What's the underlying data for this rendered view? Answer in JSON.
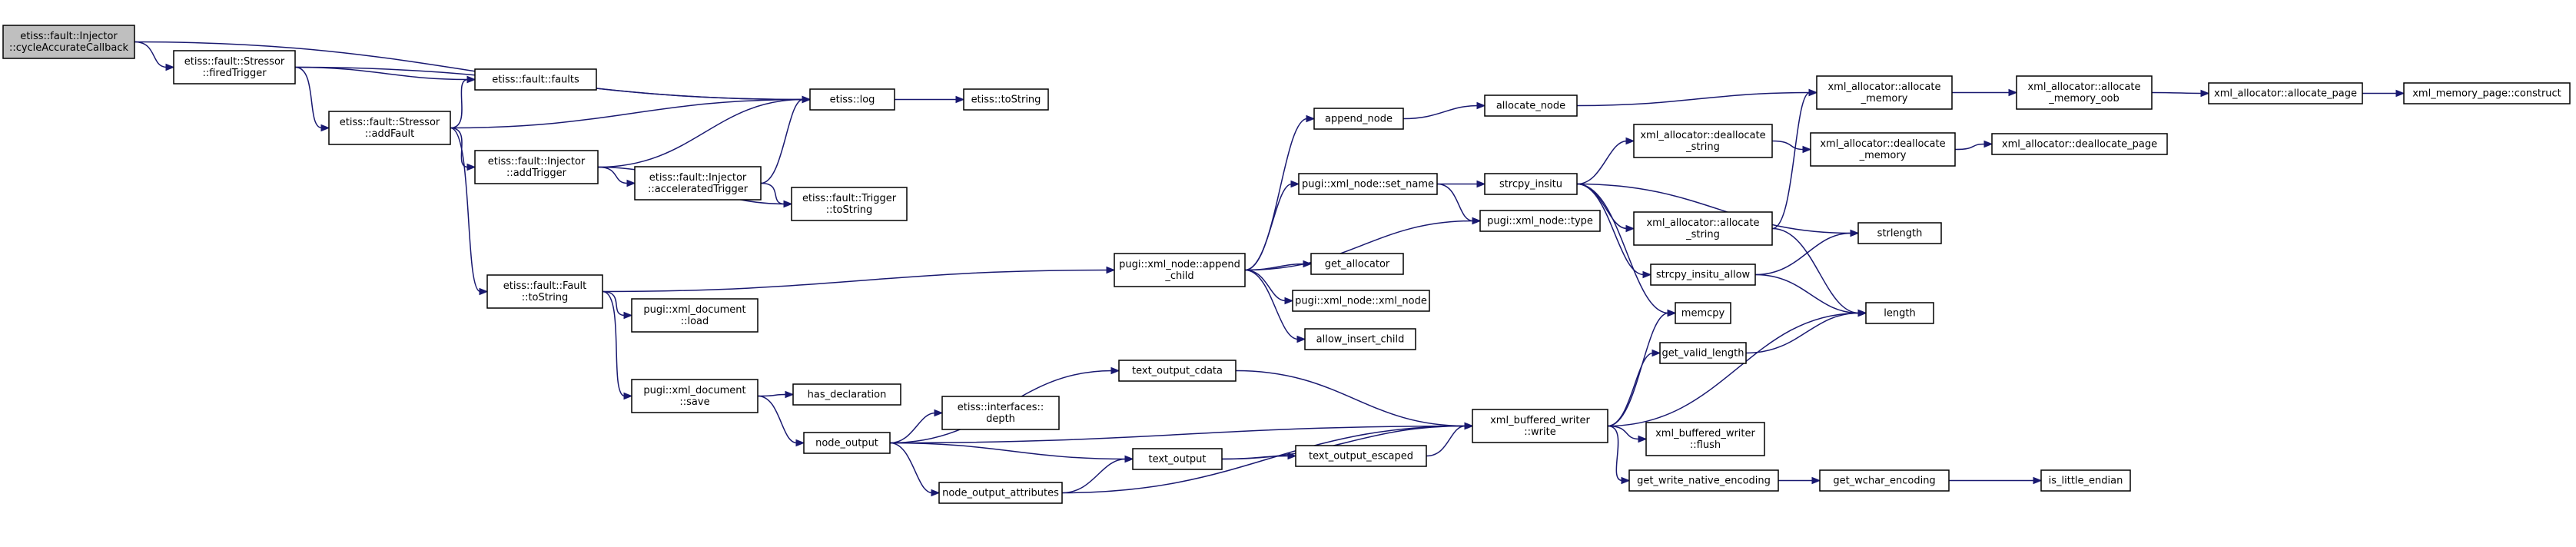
{
  "diagram": {
    "type": "call-graph",
    "colors": {
      "edge": "#191970",
      "node_border": "#000000",
      "root_fill": "#bfbfbf",
      "node_fill": "#ffffff"
    },
    "nodes": [
      {
        "id": "n0",
        "lines": [
          "etiss::fault::Injector",
          "::cycleAccurateCallback"
        ],
        "root": true
      },
      {
        "id": "n1",
        "lines": [
          "etiss::fault::Stressor",
          "::firedTrigger"
        ]
      },
      {
        "id": "n2",
        "lines": [
          "etiss::fault::faults"
        ]
      },
      {
        "id": "n3",
        "lines": [
          "etiss::log"
        ]
      },
      {
        "id": "n4",
        "lines": [
          "etiss::toString"
        ]
      },
      {
        "id": "n5",
        "lines": [
          "etiss::fault::Stressor",
          "::addFault"
        ]
      },
      {
        "id": "n6",
        "lines": [
          "etiss::fault::Injector",
          "::addTrigger"
        ]
      },
      {
        "id": "n7",
        "lines": [
          "etiss::fault::Injector",
          "::acceleratedTrigger"
        ]
      },
      {
        "id": "n8",
        "lines": [
          "etiss::fault::Trigger",
          "::toString"
        ]
      },
      {
        "id": "n9",
        "lines": [
          "etiss::fault::Fault",
          "::toString"
        ]
      },
      {
        "id": "n10",
        "lines": [
          "pugi::xml_document",
          "::load"
        ]
      },
      {
        "id": "n11",
        "lines": [
          "pugi::xml_document",
          "::save"
        ]
      },
      {
        "id": "n12",
        "lines": [
          "has_declaration"
        ]
      },
      {
        "id": "n13",
        "lines": [
          "node_output"
        ]
      },
      {
        "id": "n14",
        "lines": [
          "etiss::interfaces::",
          "depth"
        ]
      },
      {
        "id": "n15",
        "lines": [
          "node_output_attributes"
        ]
      },
      {
        "id": "n16",
        "lines": [
          "text_output_cdata"
        ]
      },
      {
        "id": "n17",
        "lines": [
          "text_output"
        ]
      },
      {
        "id": "n18",
        "lines": [
          "text_output_escaped"
        ]
      },
      {
        "id": "n19",
        "lines": [
          "pugi::xml_node::append",
          "_child"
        ]
      },
      {
        "id": "n20",
        "lines": [
          "append_node"
        ]
      },
      {
        "id": "n21",
        "lines": [
          "pugi::xml_node::set_name"
        ]
      },
      {
        "id": "n22",
        "lines": [
          "get_allocator"
        ]
      },
      {
        "id": "n23",
        "lines": [
          "pugi::xml_node::xml_node"
        ]
      },
      {
        "id": "n24",
        "lines": [
          "allow_insert_child"
        ]
      },
      {
        "id": "n25",
        "lines": [
          "allocate_node"
        ]
      },
      {
        "id": "n26",
        "lines": [
          "strcpy_insitu"
        ]
      },
      {
        "id": "n27",
        "lines": [
          "pugi::xml_node::type"
        ]
      },
      {
        "id": "n28",
        "lines": [
          "xml_buffered_writer",
          "::write"
        ]
      },
      {
        "id": "n29",
        "lines": [
          "xml_allocator::deallocate",
          "_string"
        ]
      },
      {
        "id": "n30",
        "lines": [
          "xml_allocator::allocate",
          "_string"
        ]
      },
      {
        "id": "n31",
        "lines": [
          "strcpy_insitu_allow"
        ]
      },
      {
        "id": "n32",
        "lines": [
          "memcpy"
        ]
      },
      {
        "id": "n33",
        "lines": [
          "get_valid_length"
        ]
      },
      {
        "id": "n34",
        "lines": [
          "xml_buffered_writer",
          "::flush"
        ]
      },
      {
        "id": "n35",
        "lines": [
          "get_write_native_encoding"
        ]
      },
      {
        "id": "n36",
        "lines": [
          "xml_allocator::allocate",
          "_memory"
        ]
      },
      {
        "id": "n37",
        "lines": [
          "xml_allocator::deallocate",
          "_memory"
        ]
      },
      {
        "id": "n38",
        "lines": [
          "strlength"
        ]
      },
      {
        "id": "n39",
        "lines": [
          "length"
        ]
      },
      {
        "id": "n40",
        "lines": [
          "get_wchar_encoding"
        ]
      },
      {
        "id": "n41",
        "lines": [
          "xml_allocator::allocate",
          "_memory_oob"
        ]
      },
      {
        "id": "n42",
        "lines": [
          "xml_allocator::deallocate_page"
        ]
      },
      {
        "id": "n43",
        "lines": [
          "is_little_endian"
        ]
      },
      {
        "id": "n44",
        "lines": [
          "xml_allocator::allocate_page"
        ]
      },
      {
        "id": "n45",
        "lines": [
          "xml_memory_page::construct"
        ]
      }
    ],
    "edges": [
      [
        "n0",
        "n1"
      ],
      [
        "n0",
        "n3"
      ],
      [
        "n1",
        "n3"
      ],
      [
        "n1",
        "n2"
      ],
      [
        "n1",
        "n5"
      ],
      [
        "n3",
        "n4"
      ],
      [
        "n5",
        "n2"
      ],
      [
        "n5",
        "n3"
      ],
      [
        "n5",
        "n6"
      ],
      [
        "n5",
        "n9"
      ],
      [
        "n6",
        "n3"
      ],
      [
        "n6",
        "n7"
      ],
      [
        "n6",
        "n8"
      ],
      [
        "n7",
        "n3"
      ],
      [
        "n7",
        "n8"
      ],
      [
        "n9",
        "n19"
      ],
      [
        "n9",
        "n10"
      ],
      [
        "n9",
        "n11"
      ],
      [
        "n11",
        "n12"
      ],
      [
        "n11",
        "n13"
      ],
      [
        "n13",
        "n14"
      ],
      [
        "n13",
        "n16"
      ],
      [
        "n13",
        "n17"
      ],
      [
        "n13",
        "n15"
      ],
      [
        "n13",
        "n28"
      ],
      [
        "n15",
        "n17"
      ],
      [
        "n15",
        "n28"
      ],
      [
        "n16",
        "n28"
      ],
      [
        "n17",
        "n18"
      ],
      [
        "n17",
        "n28"
      ],
      [
        "n18",
        "n28"
      ],
      [
        "n19",
        "n20"
      ],
      [
        "n19",
        "n21"
      ],
      [
        "n19",
        "n27"
      ],
      [
        "n19",
        "n22"
      ],
      [
        "n19",
        "n23"
      ],
      [
        "n19",
        "n24"
      ],
      [
        "n20",
        "n25"
      ],
      [
        "n21",
        "n26"
      ],
      [
        "n21",
        "n27"
      ],
      [
        "n25",
        "n36"
      ],
      [
        "n26",
        "n29"
      ],
      [
        "n26",
        "n30"
      ],
      [
        "n26",
        "n38"
      ],
      [
        "n26",
        "n31"
      ],
      [
        "n26",
        "n32"
      ],
      [
        "n28",
        "n32"
      ],
      [
        "n28",
        "n33"
      ],
      [
        "n28",
        "n39"
      ],
      [
        "n28",
        "n34"
      ],
      [
        "n28",
        "n35"
      ],
      [
        "n29",
        "n37"
      ],
      [
        "n30",
        "n36"
      ],
      [
        "n30",
        "n39"
      ],
      [
        "n31",
        "n38"
      ],
      [
        "n31",
        "n39"
      ],
      [
        "n33",
        "n39"
      ],
      [
        "n35",
        "n40"
      ],
      [
        "n36",
        "n41"
      ],
      [
        "n37",
        "n42"
      ],
      [
        "n40",
        "n43"
      ],
      [
        "n41",
        "n44"
      ],
      [
        "n44",
        "n45"
      ]
    ]
  }
}
